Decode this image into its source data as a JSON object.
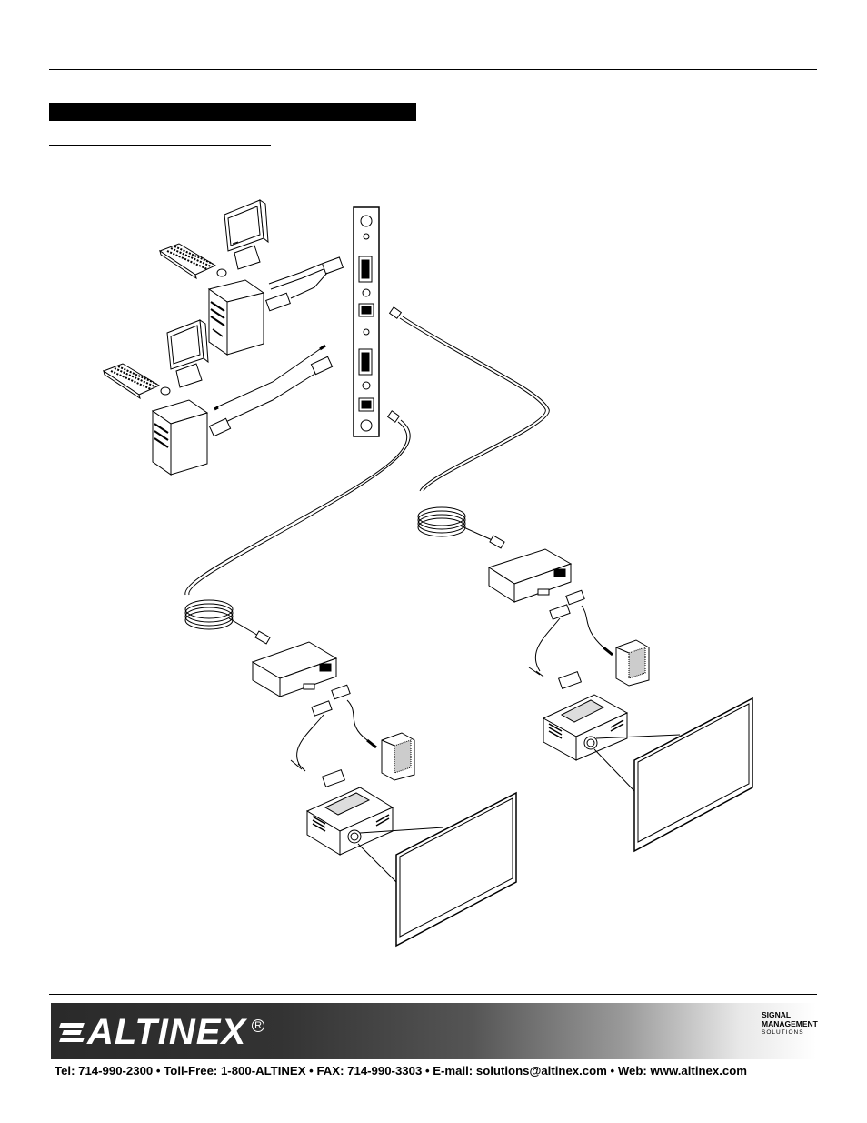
{
  "footer": {
    "brand": "ALTINEX",
    "registered_mark": "R",
    "badge_line1": "SIGNAL",
    "badge_line2": "MANAGEMENT",
    "badge_line3": "SOLUTIONS",
    "contact_line": "Tel: 714-990-2300 • Toll-Free: 1-800-ALTINEX • FAX: 714-990-3303 • E-mail: solutions@altinex.com • Web: www.altinex.com"
  },
  "diagram": {
    "items": [
      "computer-1",
      "computer-2",
      "interface-card",
      "receiver-1",
      "receiver-2",
      "projector-1",
      "projector-2",
      "screen-1",
      "screen-2",
      "speaker-1",
      "speaker-2"
    ]
  }
}
